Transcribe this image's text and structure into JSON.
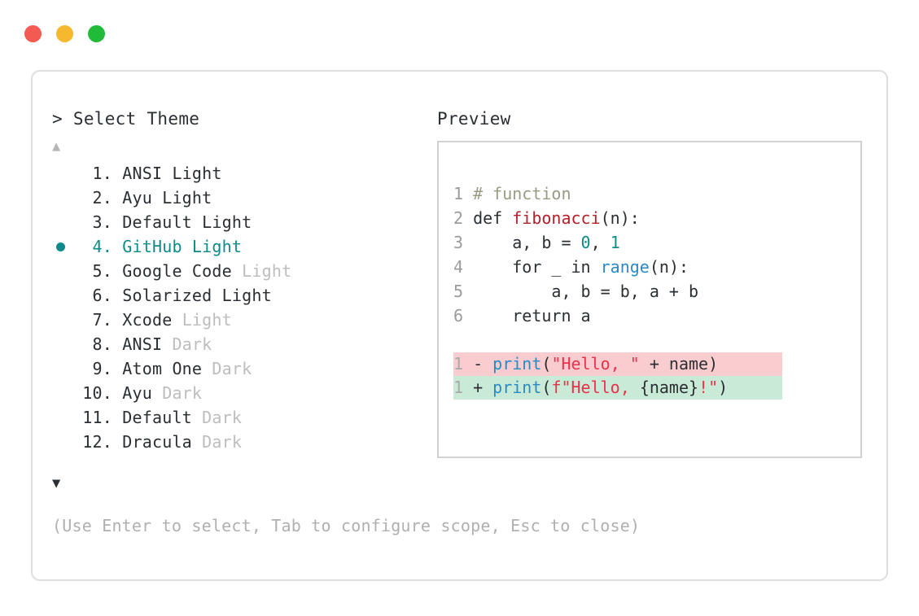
{
  "window": {
    "buttons": [
      {
        "name": "close",
        "color": "#f25a52"
      },
      {
        "name": "minimize",
        "color": "#f5b82e"
      },
      {
        "name": "maximize",
        "color": "#22bb39"
      }
    ]
  },
  "prompt": {
    "header": "> Select Theme",
    "scroll_up": "▲",
    "scroll_down": "▼"
  },
  "preview": {
    "header": "Preview"
  },
  "themes": {
    "selected_index": 4,
    "items": [
      {
        "index": " 1.",
        "name": "ANSI Light",
        "variant": "",
        "variant_dim": false,
        "selected": false
      },
      {
        "index": " 2.",
        "name": "Ayu Light",
        "variant": "",
        "variant_dim": false,
        "selected": false
      },
      {
        "index": " 3.",
        "name": "Default Light",
        "variant": "",
        "variant_dim": false,
        "selected": false
      },
      {
        "index": " 4.",
        "name": "GitHub Light",
        "variant": "",
        "variant_dim": false,
        "selected": true
      },
      {
        "index": " 5.",
        "name": "Google Code",
        "variant": " Light",
        "variant_dim": true,
        "selected": false
      },
      {
        "index": " 6.",
        "name": "Solarized Light",
        "variant": "",
        "variant_dim": false,
        "selected": false
      },
      {
        "index": " 7.",
        "name": "Xcode",
        "variant": " Light",
        "variant_dim": true,
        "selected": false
      },
      {
        "index": " 8.",
        "name": "ANSI",
        "variant": " Dark",
        "variant_dim": true,
        "selected": false
      },
      {
        "index": " 9.",
        "name": "Atom One",
        "variant": " Dark",
        "variant_dim": true,
        "selected": false
      },
      {
        "index": "10.",
        "name": "Ayu",
        "variant": " Dark",
        "variant_dim": true,
        "selected": false
      },
      {
        "index": "11.",
        "name": "Default",
        "variant": " Dark",
        "variant_dim": true,
        "selected": false
      },
      {
        "index": "12.",
        "name": "Dracula",
        "variant": " Dark",
        "variant_dim": true,
        "selected": false
      }
    ]
  },
  "code": {
    "lines": [
      {
        "num": "1",
        "tokens": [
          {
            "t": "# function",
            "c": "t-comment"
          }
        ]
      },
      {
        "num": "2",
        "tokens": [
          {
            "t": "def ",
            "c": "t-kw"
          },
          {
            "t": "fibonacci",
            "c": "t-fn"
          },
          {
            "t": "(n):",
            "c": "t-plain"
          }
        ]
      },
      {
        "num": "3",
        "tokens": [
          {
            "t": "    a, b = ",
            "c": "t-plain"
          },
          {
            "t": "0",
            "c": "t-num"
          },
          {
            "t": ", ",
            "c": "t-plain"
          },
          {
            "t": "1",
            "c": "t-num"
          }
        ]
      },
      {
        "num": "4",
        "tokens": [
          {
            "t": "    for _ in ",
            "c": "t-plain"
          },
          {
            "t": "range",
            "c": "t-builtin"
          },
          {
            "t": "(n):",
            "c": "t-plain"
          }
        ]
      },
      {
        "num": "5",
        "tokens": [
          {
            "t": "        a, b = b, a + b",
            "c": "t-plain"
          }
        ]
      },
      {
        "num": "6",
        "tokens": [
          {
            "t": "    return a",
            "c": "t-plain"
          }
        ]
      }
    ],
    "diff": [
      {
        "num": "1",
        "mark": "-",
        "kind": "diff-del",
        "tokens": [
          {
            "t": "print",
            "c": "t-builtin"
          },
          {
            "t": "(",
            "c": "t-plain"
          },
          {
            "t": "\"Hello, \"",
            "c": "t-str"
          },
          {
            "t": " + name)",
            "c": "t-plain"
          }
        ]
      },
      {
        "num": "1",
        "mark": "+",
        "kind": "diff-add",
        "tokens": [
          {
            "t": "print",
            "c": "t-builtin"
          },
          {
            "t": "(",
            "c": "t-plain"
          },
          {
            "t": "f\"Hello, ",
            "c": "t-str"
          },
          {
            "t": "{name}",
            "c": "t-plain"
          },
          {
            "t": "!\"",
            "c": "t-str"
          },
          {
            "t": ")",
            "c": "t-plain"
          }
        ]
      }
    ]
  },
  "hint": "(Use Enter to select, Tab to configure scope, Esc to close)",
  "colors": {
    "accent_teal": "#0e8a8a",
    "diff_removed_bg": "#f9ccd0",
    "diff_added_bg": "#c9ead6",
    "dim_text": "#bdbdbd",
    "body_text": "#2b2f33"
  }
}
